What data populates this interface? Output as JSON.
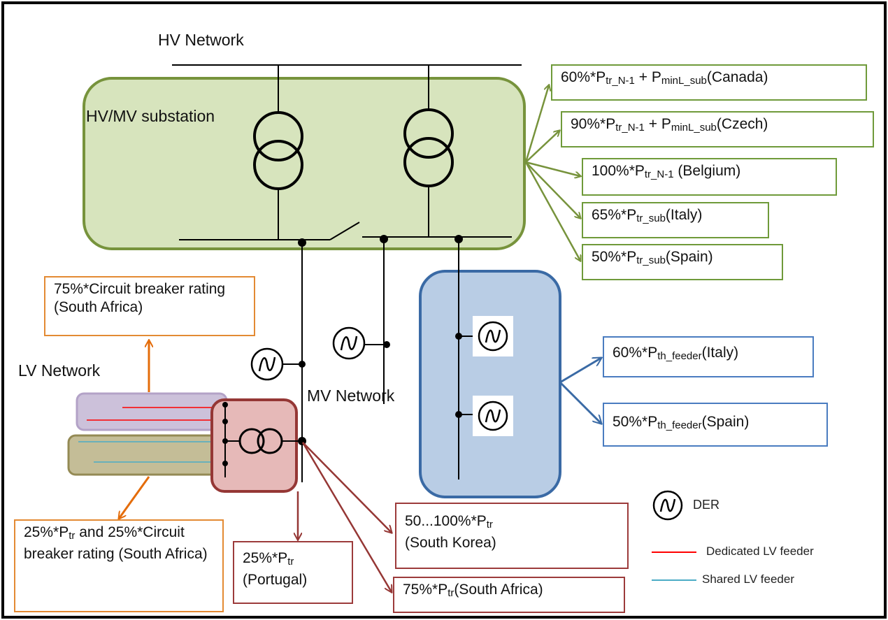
{
  "labels": {
    "hv_network": "HV Network",
    "hv_mv_substation": "HV/MV substation",
    "lv_network": "LV Network",
    "mv_network": "MV Network"
  },
  "green_boxes": [
    {
      "pre": "60%*P",
      "sub1": "tr_N-1",
      "mid": " + P",
      "sub2": "minL_sub",
      "post": "(Canada)"
    },
    {
      "pre": "90%*P",
      "sub1": "tr_N-1",
      "mid": " + P",
      "sub2": "minL_sub",
      "post": "(Czech)"
    },
    {
      "pre": "100%*P",
      "sub1": "tr_N-1",
      "mid": "",
      "sub2": "",
      "post": " (Belgium)"
    },
    {
      "pre": "65%*P",
      "sub1": "tr_sub",
      "mid": "",
      "sub2": "",
      "post": "(Italy)"
    },
    {
      "pre": "50%*P",
      "sub1": "tr_sub",
      "mid": "",
      "sub2": "",
      "post": "(Spain)"
    }
  ],
  "blue_boxes": [
    {
      "pre": "60%*P",
      "sub1": "th_feeder",
      "post": "(Italy)"
    },
    {
      "pre": "50%*P",
      "sub1": "th_feeder",
      "post": "(Spain)"
    }
  ],
  "orange_boxes": {
    "top": "75%*Circuit breaker rating (South Africa)",
    "bottom_pre": "25%*P",
    "bottom_sub": "tr",
    "bottom_post": " and 25%*Circuit breaker rating (South Africa)"
  },
  "red_boxes": {
    "portugal_pre": "25%*P",
    "portugal_sub": "tr",
    "portugal_post": "(Portugal)",
    "korea_pre": "50...100%*P",
    "korea_sub": "tr",
    "korea_post": "(South Korea)",
    "safrica_pre": "75%*P",
    "safrica_sub": "tr",
    "safrica_post": "(South Africa)"
  },
  "legend": {
    "der": "DER",
    "dedicated": "Dedicated LV feeder",
    "shared": "Shared LV feeder"
  },
  "colors": {
    "substation_fill": "#d7e4bd",
    "substation_border": "#77933c",
    "green_arrow": "#77933c",
    "blue_fill": "#b9cde5",
    "blue_border": "#3a6aa5",
    "blue_arrow": "#3a6aa5",
    "red_fill": "#e6b9b8",
    "red_border": "#953735",
    "red_arrow": "#953735",
    "purple_fill": "#ccc1da",
    "tan_fill": "#c4bd97",
    "orange_arrow": "#e46c0a",
    "dedicated_line": "#ff0000",
    "shared_line": "#4bacc6"
  }
}
